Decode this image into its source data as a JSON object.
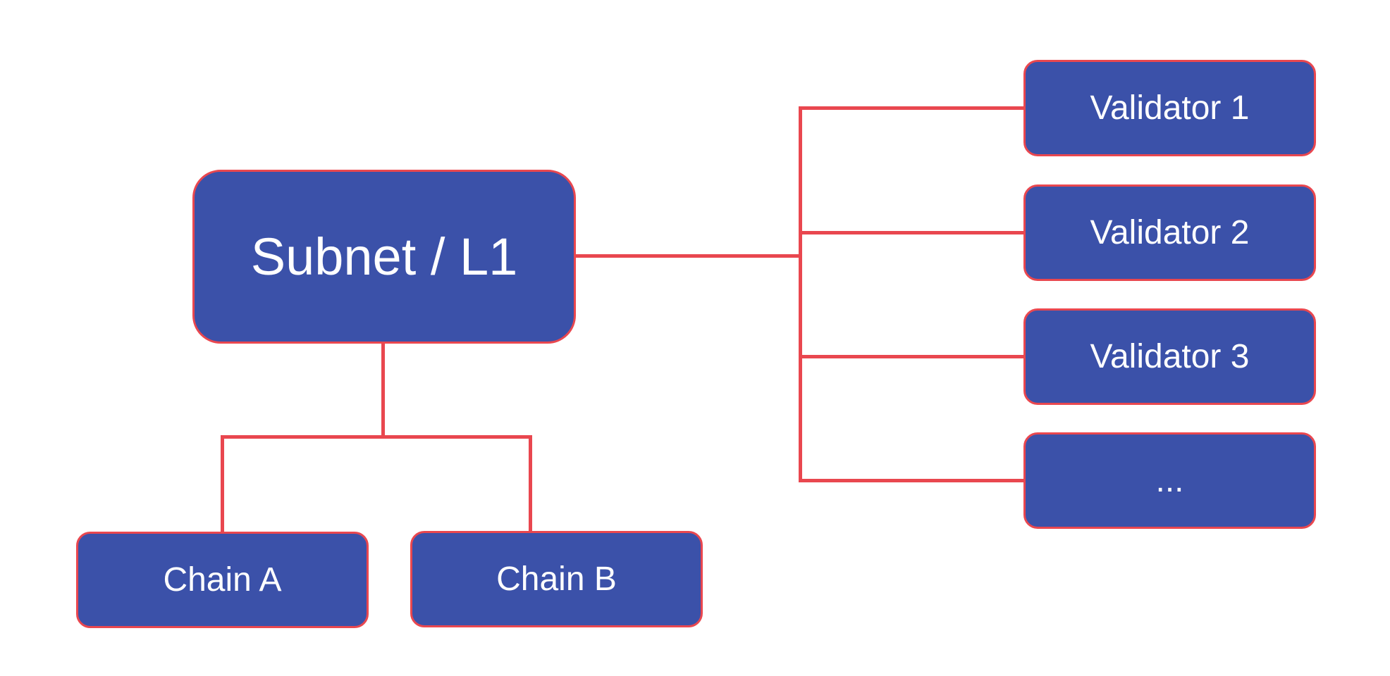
{
  "colors": {
    "background": "#ffffff",
    "node_fill": "#3b51a9",
    "accent_red": "#e9474f",
    "text": "#ffffff"
  },
  "diagram": {
    "root": {
      "label": "Subnet / L1"
    },
    "validators": [
      {
        "label": "Validator 1"
      },
      {
        "label": "Validator 2"
      },
      {
        "label": "Validator 3"
      },
      {
        "label": "..."
      }
    ],
    "chains": [
      {
        "label": "Chain A"
      },
      {
        "label": "Chain B"
      }
    ]
  }
}
